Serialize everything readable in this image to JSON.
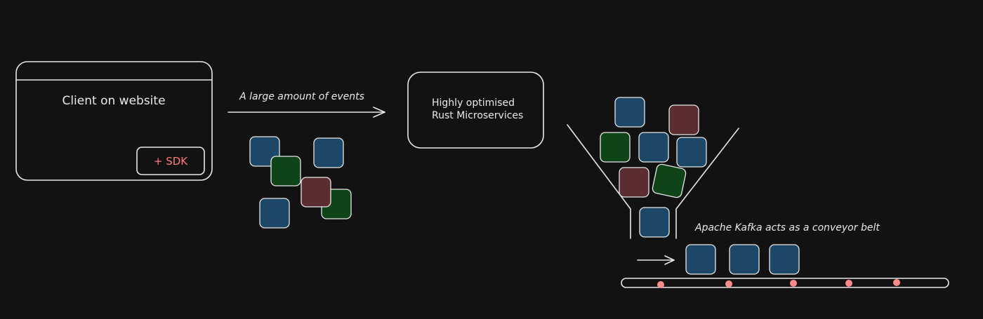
{
  "client": {
    "title": "Client on website",
    "sdk_label": "+ SDK"
  },
  "events_arrow": {
    "label": "A large amount of events"
  },
  "services": {
    "line1": "Highly optimised",
    "line2": "Rust Microservices"
  },
  "kafka": {
    "label": "Apache Kafka acts as a conveyor belt"
  },
  "colors": {
    "background": "#121212",
    "stroke": "#e8e8e8",
    "event_blue": "#1c4766",
    "event_green": "#0f4418",
    "event_red": "#5b2c30",
    "sdk_text": "#ff7a7a",
    "belt_dot": "#ff8a8a"
  }
}
